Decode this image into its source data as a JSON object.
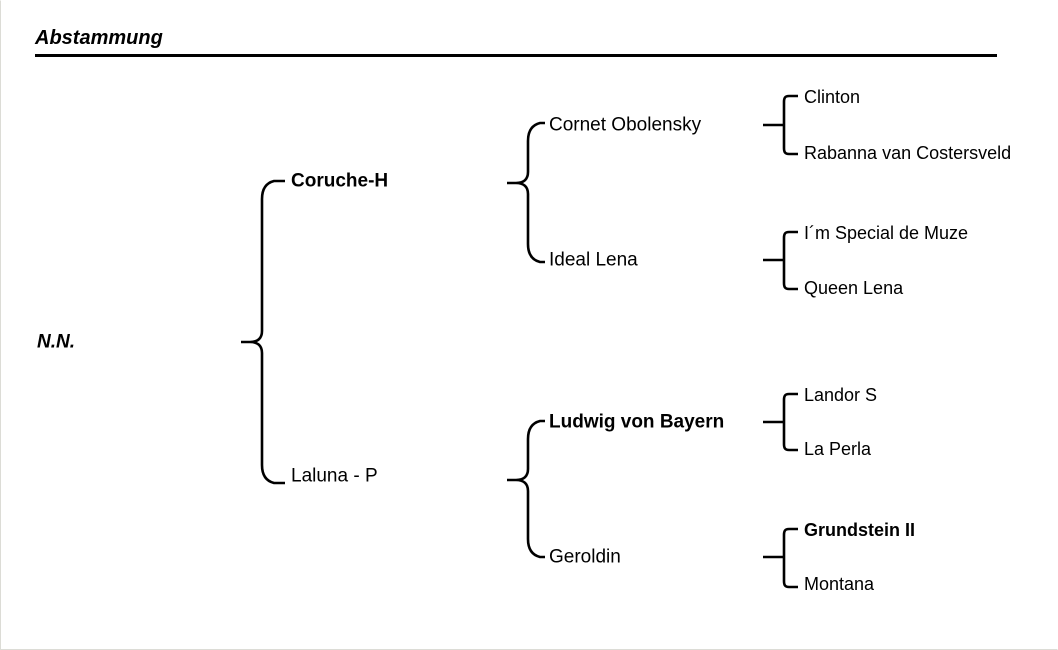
{
  "title": {
    "heading": "Abstammung"
  },
  "pedigree": {
    "root": {
      "name": "N.N.",
      "bold": true,
      "italic": true
    },
    "generation1": [
      {
        "name": "Coruche-H",
        "bold": true
      },
      {
        "name": "Laluna - P",
        "bold": false
      }
    ],
    "generation2": [
      {
        "name": "Cornet Obolensky",
        "bold": false
      },
      {
        "name": "Ideal Lena",
        "bold": false
      },
      {
        "name": "Ludwig von Bayern",
        "bold": true
      },
      {
        "name": "Geroldin",
        "bold": false
      }
    ],
    "generation3": [
      {
        "name": "Clinton",
        "bold": false
      },
      {
        "name": "Rabanna van Costersveld",
        "bold": false
      },
      {
        "name": "I´m Special de Muze",
        "bold": false
      },
      {
        "name": "Queen Lena",
        "bold": false
      },
      {
        "name": "Landor S",
        "bold": false
      },
      {
        "name": "La Perla",
        "bold": false
      },
      {
        "name": "Grundstein II",
        "bold": true
      },
      {
        "name": "Montana",
        "bold": false
      }
    ]
  },
  "colors": {
    "ink": "#000000",
    "page_border": "#dcdcd6",
    "background": "#ffffff"
  }
}
